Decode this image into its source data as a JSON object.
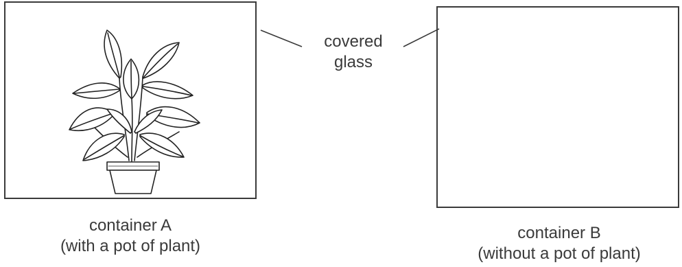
{
  "covered_label": {
    "line1": "covered",
    "line2": "glass"
  },
  "container_a": {
    "title": "container A",
    "subtitle": "(with a pot of plant)"
  },
  "container_b": {
    "title": "container B",
    "subtitle": "(without a pot of plant)"
  },
  "colors": {
    "line": "#3a3a3a",
    "text": "#3a3a3a",
    "background": "#ffffff"
  },
  "icons": [
    "potted-plant-illustration"
  ]
}
